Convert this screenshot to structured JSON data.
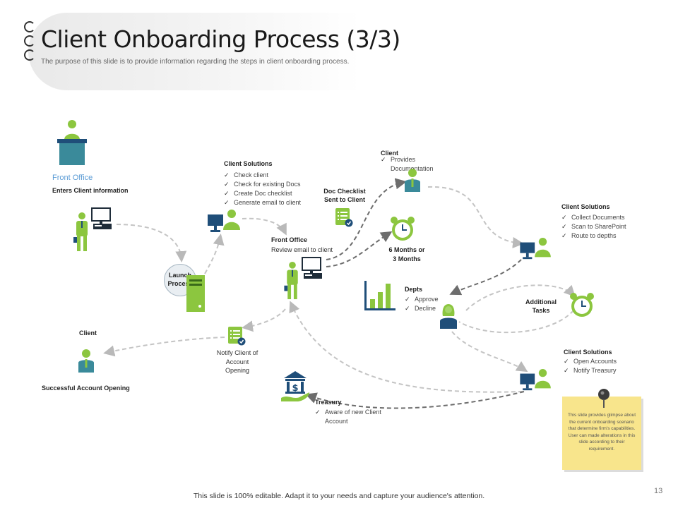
{
  "header": {
    "title": "Client Onboarding Process (3/3)",
    "subtitle": "The purpose of this slide is to provide information regarding the steps in client onboarding process."
  },
  "colors": {
    "green": "#8cc63f",
    "navy": "#1f4e79",
    "teal": "#3a8a9a",
    "arrow": "#b9b9b9",
    "arrow_dark": "#6d6d6d",
    "note": "#f8e58c",
    "accent_blue": "#5a9bd5"
  },
  "nodes": {
    "front_office_1": {
      "title": "Front Office",
      "desc": "Enters Client information"
    },
    "launch": {
      "label": "Launch Process"
    },
    "client_solutions_1": {
      "title": "Client Solutions",
      "items": [
        "Check client",
        "Check for existing Docs",
        "Create Doc checklist",
        "Generate email to client"
      ]
    },
    "doc_checklist": {
      "label": "Doc Checklist Sent to Client"
    },
    "client_top": {
      "title": "Client",
      "items": [
        "Provides Documentation"
      ]
    },
    "front_office_2": {
      "title": "Front Office",
      "desc": "Review email to client"
    },
    "duration": {
      "label": "6 Months or 3 Months"
    },
    "client_solutions_2": {
      "title": "Client Solutions",
      "items": [
        "Collect Documents",
        "Scan to SharePoint",
        "Route to depths"
      ]
    },
    "depts": {
      "title": "Depts",
      "items": [
        "Approve",
        "Decline"
      ]
    },
    "additional_tasks": {
      "label": "Additional Tasks"
    },
    "client_left": {
      "title": "Client",
      "desc": "Successful Account Opening"
    },
    "notify_client": {
      "label": "Notify Client of Account Opening"
    },
    "client_solutions_3": {
      "title": "Client Solutions",
      "items": [
        "Open Accounts",
        "Notify Treasury"
      ]
    },
    "treasury": {
      "title": "Treasury",
      "items": [
        "Aware of new Client Account"
      ]
    }
  },
  "icons": [
    "podium-person-icon",
    "employee-icon",
    "computer-icon",
    "desktop-tower-icon",
    "checklist-icon",
    "alarm-clock-icon",
    "bar-chart-icon",
    "bank-icon",
    "pushpin-icon"
  ],
  "note": {
    "text": "This slide provides glimpse about the current onboarding scenario that determine firm's capabilities. User can made alterations in this slide according to their requirement."
  },
  "footer": {
    "text": "This slide is 100% editable. Adapt it to your needs and capture your audience's attention.",
    "page_number": "13"
  }
}
